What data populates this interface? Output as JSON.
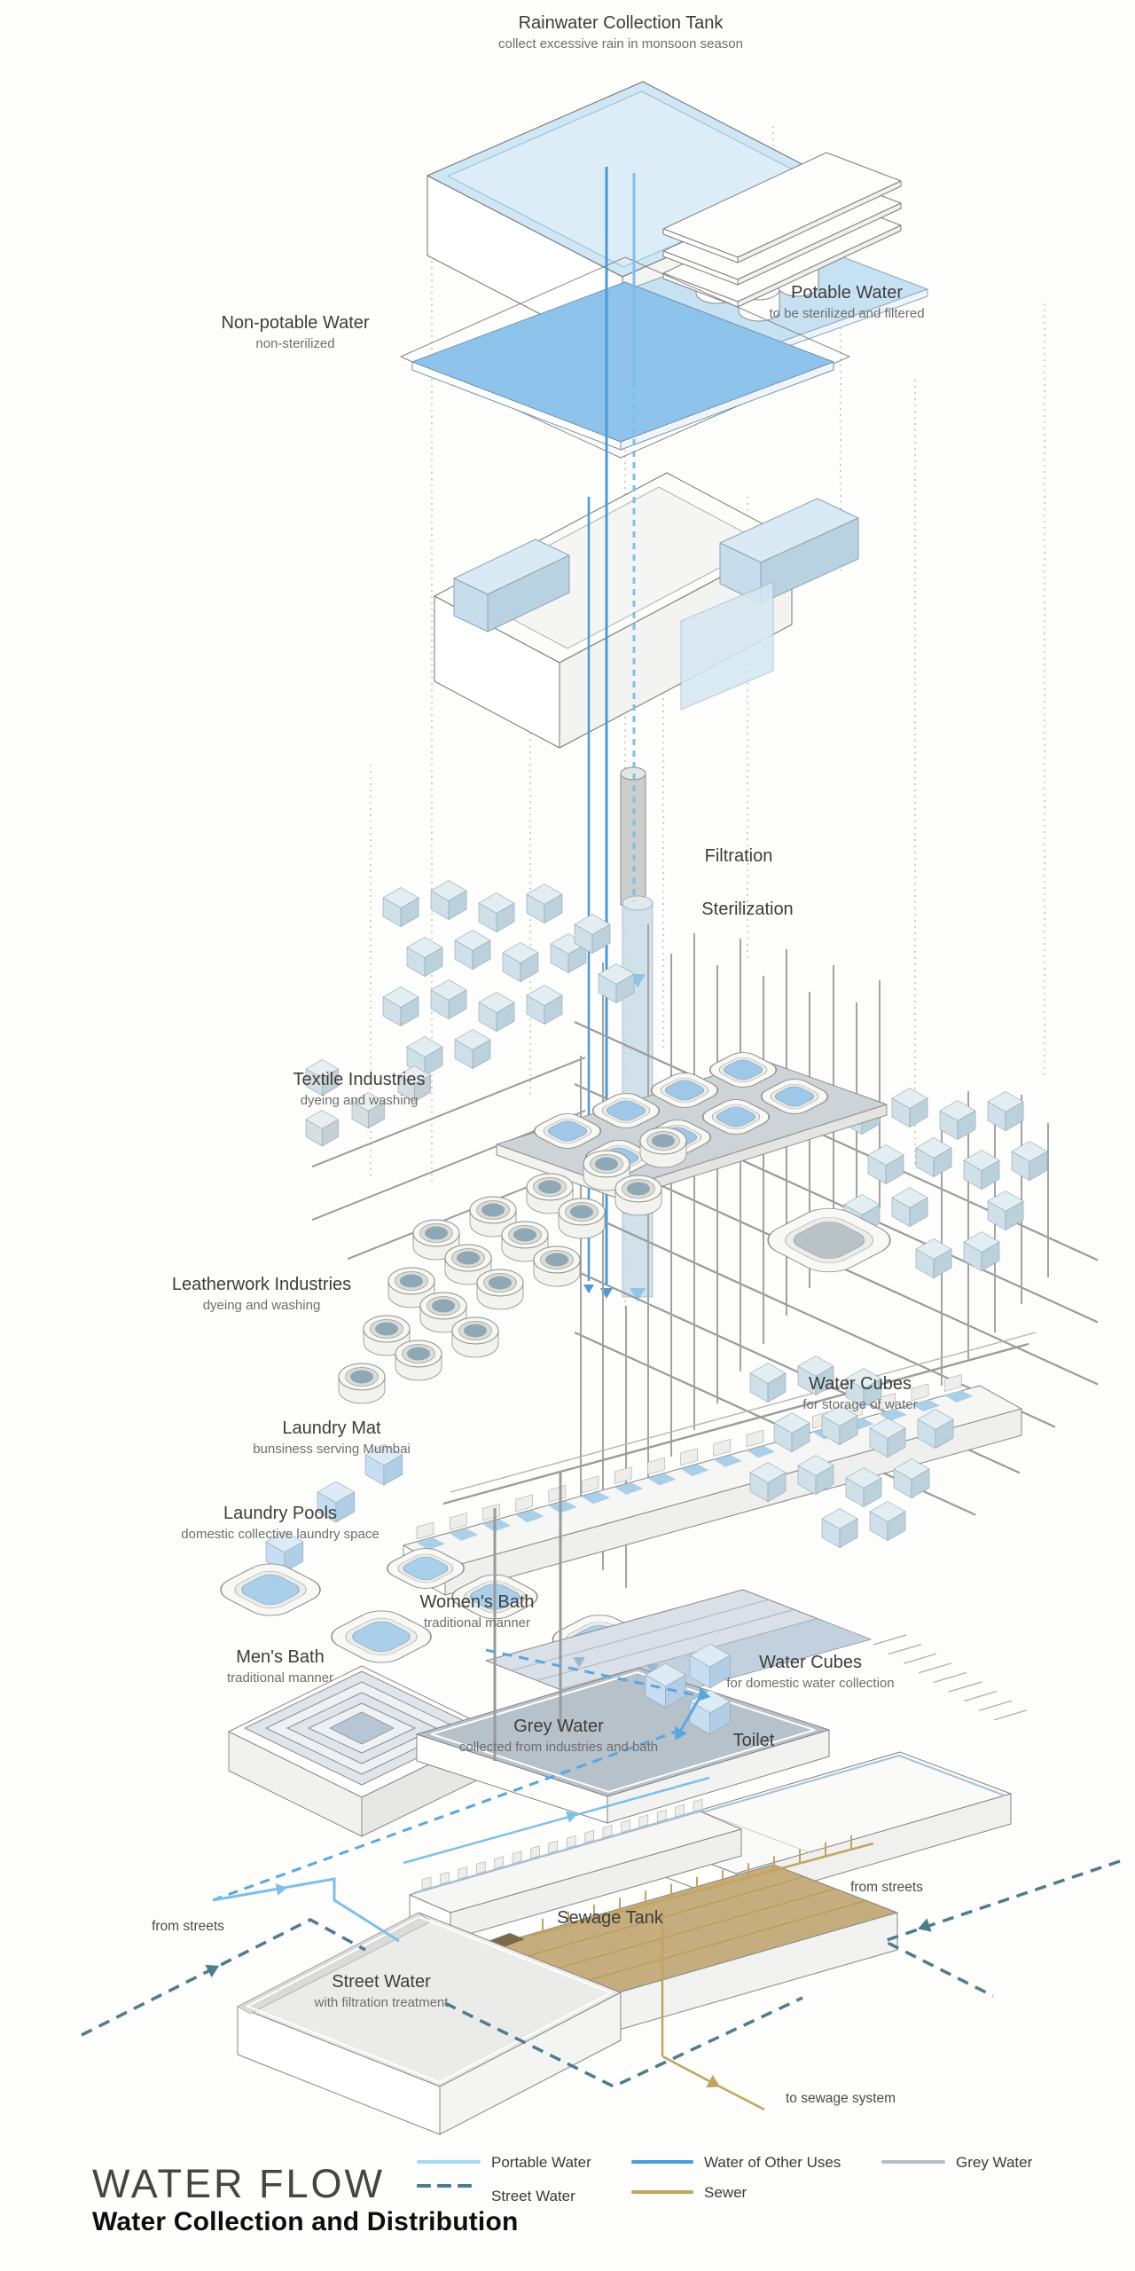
{
  "page": {
    "title": "WATER FLOW",
    "subtitle": "Water Collection and Distribution"
  },
  "colors": {
    "portable": "#a9d7f2",
    "other_uses": "#4a9bd8",
    "grey": "#b4bfc8",
    "street": "#4e7b8e",
    "sewer": "#c2a45f"
  },
  "legend": {
    "items": [
      {
        "id": "portable",
        "label": "Portable Water",
        "style": "solid"
      },
      {
        "id": "other_uses",
        "label": "Water of Other Uses",
        "style": "solid"
      },
      {
        "id": "grey",
        "label": "Grey Water",
        "style": "solid"
      },
      {
        "id": "street",
        "label": "Street Water",
        "style": "dashed"
      },
      {
        "id": "sewer",
        "label": "Sewer",
        "style": "solid"
      }
    ]
  },
  "annotations": {
    "rainwater": {
      "title": "Rainwater Collection Tank",
      "subtitle": "collect excessive rain in monsoon season"
    },
    "nonpotable": {
      "title": "Non-potable Water",
      "subtitle": "non-sterilized"
    },
    "potable": {
      "title": "Potable Water",
      "subtitle": "to be sterilized and filtered"
    },
    "filtration": {
      "title": "Filtration"
    },
    "sterilization": {
      "title": "Sterilization"
    },
    "textile": {
      "title": "Textile Industries",
      "subtitle": "dyeing and washing"
    },
    "leatherwork": {
      "title": "Leatherwork Industries",
      "subtitle": "dyeing and washing"
    },
    "water_cubes_storage": {
      "title": "Water Cubes",
      "subtitle": "for storage of water"
    },
    "laundry_mat": {
      "title": "Laundry Mat",
      "subtitle": "bunsiness serving Mumbai"
    },
    "laundry_pools": {
      "title": "Laundry Pools",
      "subtitle": "domestic collective laundry space"
    },
    "womens_bath": {
      "title": "Women's Bath",
      "subtitle": "traditional manner"
    },
    "mens_bath": {
      "title": "Men's Bath",
      "subtitle": "traditional manner"
    },
    "water_cubes_domestic": {
      "title": "Water Cubes",
      "subtitle": "for domestic water collection"
    },
    "grey_water": {
      "title": "Grey Water",
      "subtitle": "collected from industries and bath"
    },
    "toilet": {
      "title": "Toilet"
    },
    "sewage_tank": {
      "title": "Sewage Tank"
    },
    "street_water": {
      "title": "Street Water",
      "subtitle": "with filtration treatment"
    },
    "from_streets_left": {
      "title": "from streets"
    },
    "from_streets_right": {
      "title": "from streets"
    },
    "to_sewage_system": {
      "title": "to sewage system"
    }
  }
}
